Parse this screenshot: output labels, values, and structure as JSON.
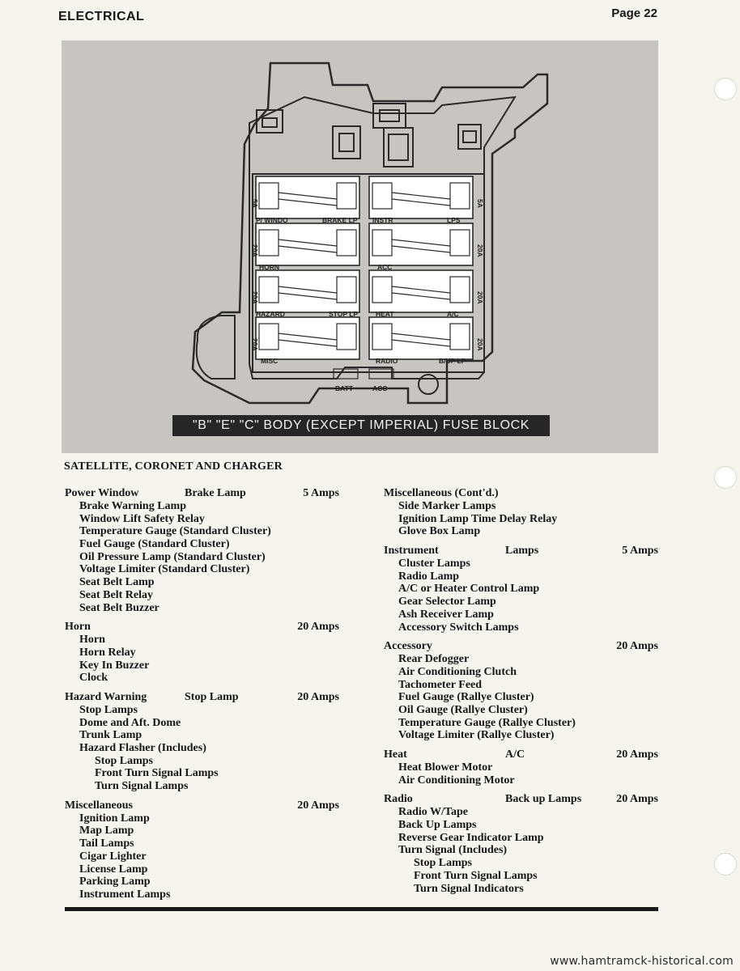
{
  "header": {
    "section": "ELECTRICAL",
    "page": "Page 22"
  },
  "diagram": {
    "caption": "\"B\" \"E\" \"C\" BODY (EXCEPT IMPERIAL) FUSE BLOCK",
    "fuses": [
      {
        "rating": "5A",
        "left_label": "P/ WINDO",
        "right_label": "BRAKE LP"
      },
      {
        "rating": "5A",
        "left_label": "INSTR",
        "right_label": "LPS"
      },
      {
        "rating": "20A",
        "left_label": "HORN",
        "right_label": ""
      },
      {
        "rating": "20A",
        "left_label": "ACC",
        "right_label": ""
      },
      {
        "rating": "20A",
        "left_label": "HAZARD",
        "right_label": "STOP LP"
      },
      {
        "rating": "20A",
        "left_label": "HEAT",
        "right_label": "A/C"
      },
      {
        "rating": "20A",
        "left_label": "MISC",
        "right_label": ""
      },
      {
        "rating": "20A",
        "left_label": "RADIO",
        "right_label": "B/UP LP"
      }
    ],
    "terminals": {
      "batt": "BATT",
      "acc": "ACC"
    }
  },
  "subtitle": "SATELLITE, CORONET AND CHARGER",
  "left_groups": [
    {
      "name": "Power Window",
      "fuse": "Brake Lamp",
      "amps": "5 Amps",
      "items": [
        {
          "t": "Brake Warning Lamp"
        },
        {
          "t": "Window Lift Safety Relay"
        },
        {
          "t": "Temperature Gauge (Standard Cluster)"
        },
        {
          "t": "Fuel Gauge (Standard Cluster)"
        },
        {
          "t": "Oil Pressure Lamp (Standard Cluster)"
        },
        {
          "t": "Voltage Limiter (Standard Cluster)"
        },
        {
          "t": "Seat Belt Lamp"
        },
        {
          "t": "Seat Belt Relay"
        },
        {
          "t": "Seat Belt Buzzer"
        }
      ]
    },
    {
      "name": "Horn",
      "fuse": "",
      "amps": "20 Amps",
      "items": [
        {
          "t": "Horn"
        },
        {
          "t": "Horn Relay"
        },
        {
          "t": "Key In Buzzer"
        },
        {
          "t": "Clock"
        }
      ]
    },
    {
      "name": "Hazard Warning",
      "fuse": "Stop Lamp",
      "amps": "20 Amps",
      "items": [
        {
          "t": "Stop Lamps"
        },
        {
          "t": "Dome and Aft. Dome"
        },
        {
          "t": "Trunk Lamp"
        },
        {
          "t": "Hazard Flasher (Includes)"
        },
        {
          "t": "Stop Lamps",
          "sub": true
        },
        {
          "t": "Front Turn Signal Lamps",
          "sub": true
        },
        {
          "t": "Turn Signal Lamps",
          "sub": true
        }
      ]
    },
    {
      "name": "Miscellaneous",
      "fuse": "",
      "amps": "20 Amps",
      "items": [
        {
          "t": "Ignition Lamp"
        },
        {
          "t": "Map Lamp"
        },
        {
          "t": "Tail Lamps"
        },
        {
          "t": "Cigar Lighter"
        },
        {
          "t": "License Lamp"
        },
        {
          "t": "Parking Lamp"
        },
        {
          "t": "Instrument Lamps"
        }
      ]
    }
  ],
  "right_groups": [
    {
      "name": "Miscellaneous (Cont'd.)",
      "fuse": "",
      "amps": "",
      "items": [
        {
          "t": "Side Marker Lamps"
        },
        {
          "t": "Ignition Lamp Time Delay Relay"
        },
        {
          "t": "Glove Box Lamp"
        }
      ]
    },
    {
      "name": "Instrument",
      "fuse": "Lamps",
      "amps": "5 Amps",
      "items": [
        {
          "t": "Cluster Lamps"
        },
        {
          "t": "Radio Lamp"
        },
        {
          "t": "A/C or Heater Control Lamp"
        },
        {
          "t": "Gear Selector Lamp"
        },
        {
          "t": "Ash Receiver Lamp"
        },
        {
          "t": "Accessory Switch Lamps"
        }
      ]
    },
    {
      "name": "Accessory",
      "fuse": "",
      "amps": "20 Amps",
      "items": [
        {
          "t": "Rear Defogger"
        },
        {
          "t": "Air Conditioning Clutch"
        },
        {
          "t": "Tachometer Feed"
        },
        {
          "t": "Fuel Gauge (Rallye Cluster)"
        },
        {
          "t": "Oil Gauge (Rallye Cluster)"
        },
        {
          "t": "Temperature Gauge (Rallye Cluster)"
        },
        {
          "t": "Voltage Limiter (Rallye Cluster)"
        }
      ]
    },
    {
      "name": "Heat",
      "fuse": "A/C",
      "amps": "20 Amps",
      "items": [
        {
          "t": "Heat Blower Motor"
        },
        {
          "t": "Air Conditioning Motor"
        }
      ]
    },
    {
      "name": "Radio",
      "fuse": "Back up Lamps",
      "amps": "20 Amps",
      "items": [
        {
          "t": "Radio W/Tape"
        },
        {
          "t": "Back Up Lamps"
        },
        {
          "t": "Reverse Gear Indicator Lamp"
        },
        {
          "t": "Turn Signal (Includes)"
        },
        {
          "t": "Stop Lamps",
          "sub": true
        },
        {
          "t": "Front Turn Signal Lamps",
          "sub": true
        },
        {
          "t": "Turn Signal Indicators",
          "sub": true
        }
      ]
    }
  ],
  "watermark": "www.hamtramck-historical.com"
}
